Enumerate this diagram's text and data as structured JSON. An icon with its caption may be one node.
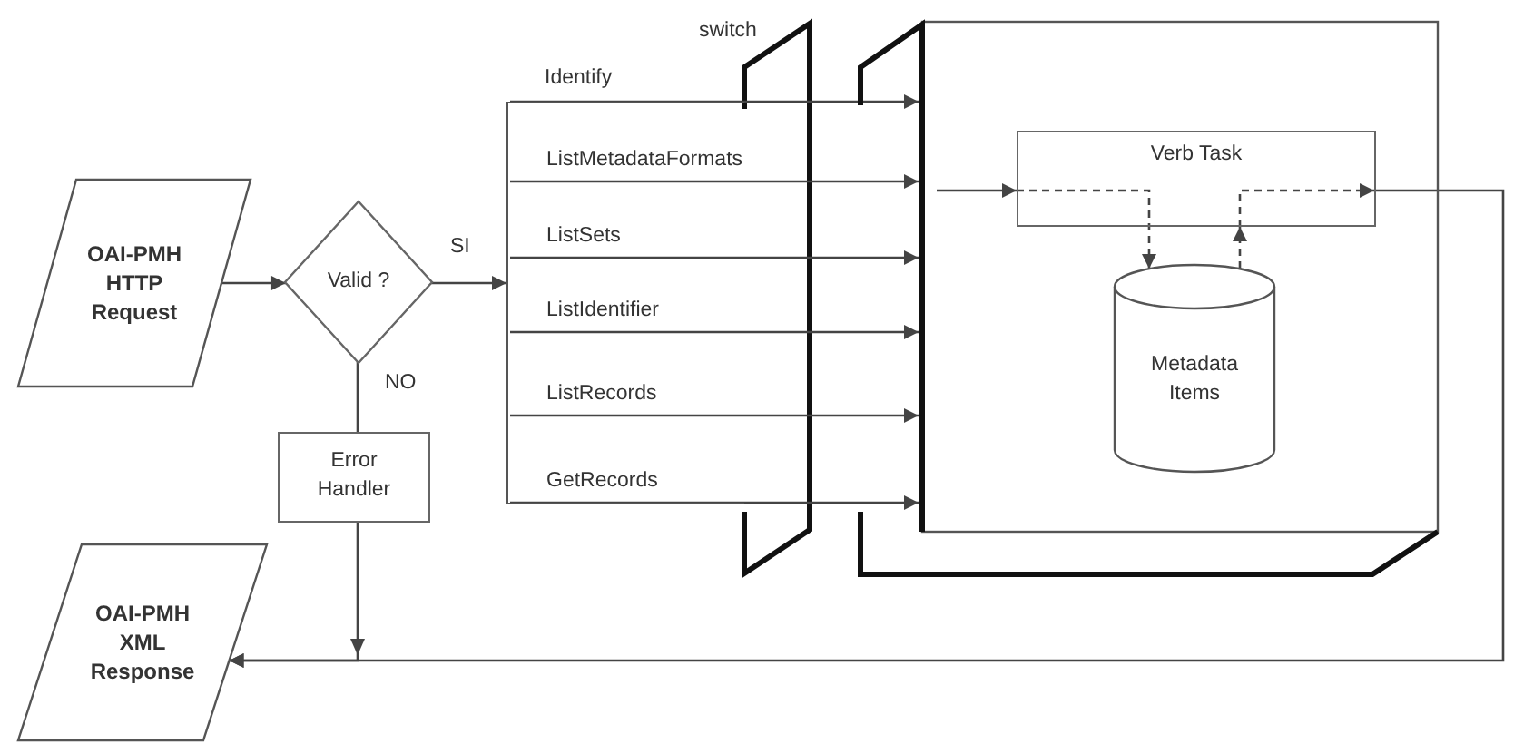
{
  "diagram": {
    "nodes": [
      {
        "text": [
          "OAI-PMH HTTP Request"
        ]
      },
      {
        "text": [
          "Valid ?"
        ]
      },
      {
        "text": [],
        "shape": "box"
      },
      {
        "text": [
          "Identify"
        ]
      },
      {
        "text": [
          "ListMetadataFormats"
        ],
        "in": 2
      },
      {
        "text": [
          "ListSets"
        ],
        "in": 2
      },
      {
        "text": [
          "ListIdentifier"
        ],
        "in": 2
      },
      {
        "text": [
          "ListRecords"
        ],
        "in": 2
      },
      {
        "text": [
          "GetRecords"
        ],
        "in": 2
      },
      {
        "text": [],
        "shape": "box"
      },
      {
        "text": [
          "Verb Task"
        ],
        "in": 9
      },
      {
        "text": [
          "Metadata Items"
        ],
        "in": 9
      },
      {
        "text": [
          "Error Handler"
        ]
      },
      {
        "text": [
          "OAI-PMH XML Response"
        ]
      }
    ],
    "edges": [
      {
        "from": 0,
        "to": 1,
        "arrow": "to"
      },
      {
        "from": 1,
        "to": 2,
        "arrow": "to",
        "label": "SI"
      },
      {
        "from": 3,
        "to": 9,
        "arrow": "to"
      },
      {
        "from": 4,
        "to": 9,
        "arrow": "to"
      },
      {
        "from": 5,
        "to": 9,
        "arrow": "to"
      },
      {
        "from": 6,
        "to": 9,
        "arrow": "to"
      },
      {
        "from": 7,
        "to": 9,
        "arrow": "to"
      },
      {
        "from": 8,
        "to": 9,
        "arrow": "to"
      },
      {
        "from": null,
        "to": 10,
        "arrow": "to"
      },
      {
        "from": 10,
        "to": 11,
        "arrow": "to",
        "style": "dashed"
      },
      {
        "from": 11,
        "to": 10,
        "arrow": "to",
        "style": "dashed"
      },
      {
        "from": 10,
        "to": 13,
        "arrow": "to"
      },
      {
        "from": 1,
        "to": 12,
        "arrow": "none",
        "label": "NO"
      },
      {
        "from": 12,
        "to": 13,
        "arrow": "to"
      }
    ],
    "labels": [
      "switch"
    ]
  }
}
